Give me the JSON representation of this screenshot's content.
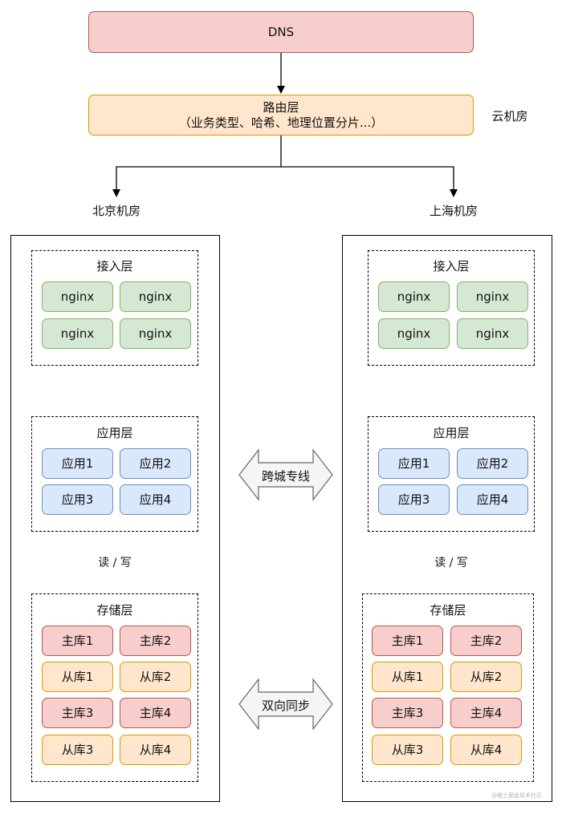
{
  "dns": "DNS",
  "routing": {
    "title": "路由层",
    "detail": "（业务类型、哈希、地理位置分片...）"
  },
  "cloud_label": "云机房",
  "links": {
    "dedicated_line": "跨城专线",
    "bidirectional_sync": "双向同步",
    "read_write": "读 / 写"
  },
  "datacenters": [
    {
      "name": "北京机房",
      "access": {
        "title": "接入层",
        "nodes": [
          "nginx",
          "nginx",
          "nginx",
          "nginx"
        ]
      },
      "app": {
        "title": "应用层",
        "nodes": [
          "应用1",
          "应用2",
          "应用3",
          "应用4"
        ]
      },
      "storage": {
        "title": "存储层",
        "nodes": [
          "主库1",
          "主库2",
          "从库1",
          "从库2",
          "主库3",
          "主库4",
          "从库3",
          "从库4"
        ]
      }
    },
    {
      "name": "上海机房",
      "access": {
        "title": "接入层",
        "nodes": [
          "nginx",
          "nginx",
          "nginx",
          "nginx"
        ]
      },
      "app": {
        "title": "应用层",
        "nodes": [
          "应用1",
          "应用2",
          "应用3",
          "应用4"
        ]
      },
      "storage": {
        "title": "存储层",
        "nodes": [
          "主库1",
          "主库2",
          "从库1",
          "从库2",
          "主库3",
          "主库4",
          "从库3",
          "从库4"
        ]
      }
    }
  ],
  "watermark": "@稀土掘金技术社区"
}
